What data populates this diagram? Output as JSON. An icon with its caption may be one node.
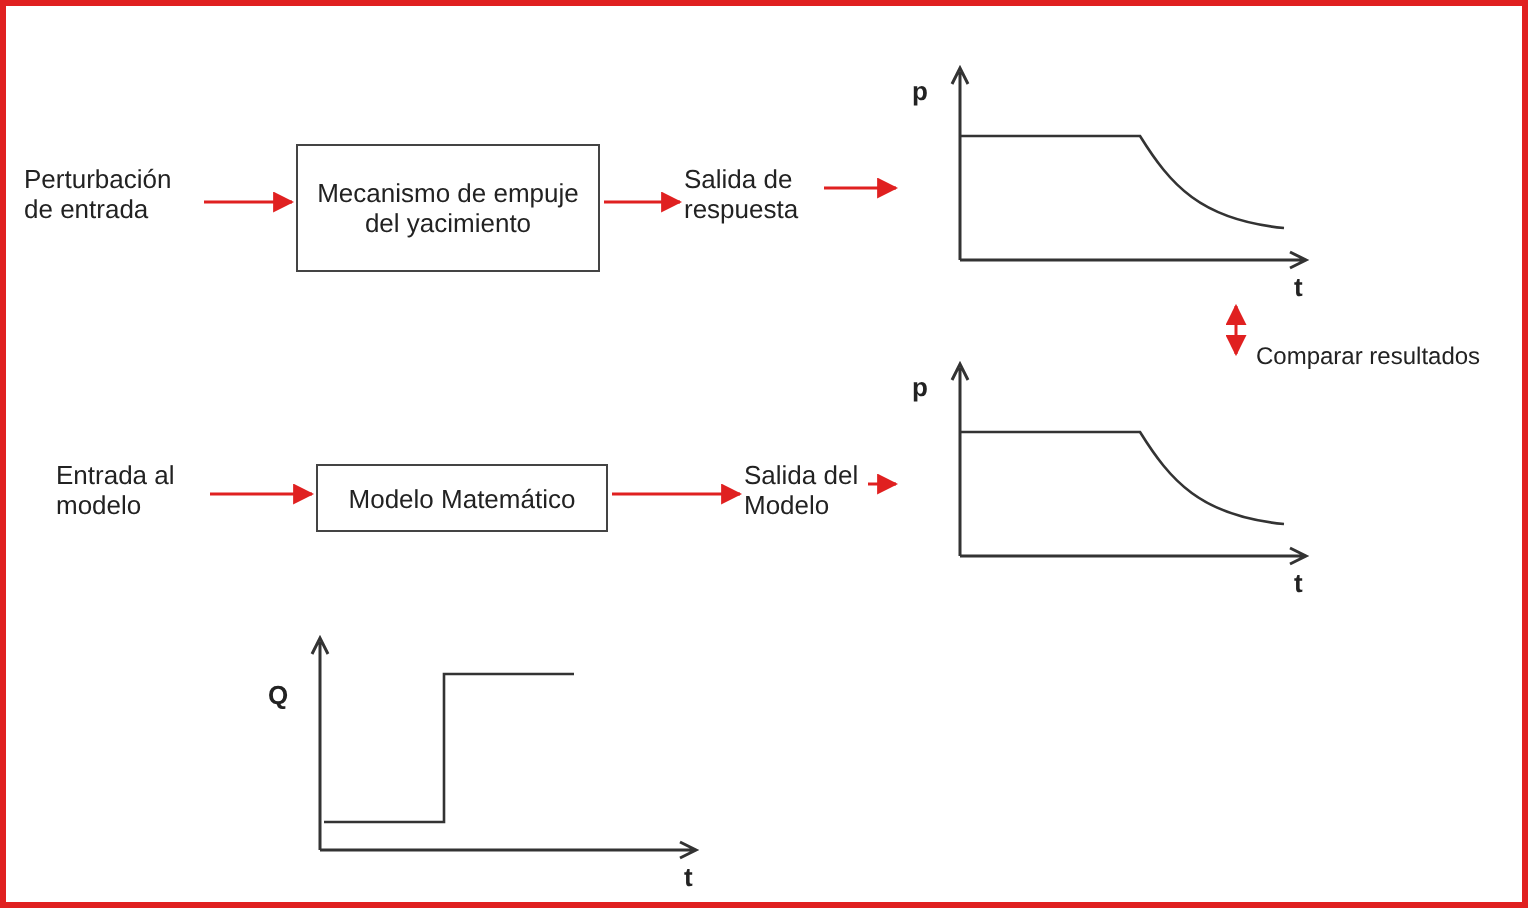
{
  "diagram": {
    "nodes": [
      {
        "text": [
          "Perturbación de entrada"
        ]
      },
      {
        "text": [
          "Mecanismo de empuje del yacimiento"
        ]
      },
      {
        "text": [
          "Salida de respuesta"
        ]
      },
      {
        "text": [
          "p",
          "t"
        ]
      },
      {
        "text": [
          "Entrada al modelo"
        ]
      },
      {
        "text": [
          "Modelo Matemático"
        ]
      },
      {
        "text": [
          "Salida del Modelo"
        ]
      },
      {
        "text": [
          "p",
          "t"
        ]
      },
      {
        "text": [
          "Q",
          "t"
        ]
      }
    ],
    "edges": [
      {
        "from": 0,
        "to": 1,
        "arrow": "to"
      },
      {
        "from": 1,
        "to": 2,
        "arrow": "to"
      },
      {
        "from": 2,
        "to": 3,
        "arrow": "to"
      },
      {
        "from": 3,
        "to": 7,
        "arrow": "both",
        "label": "Comparar resultados"
      },
      {
        "from": 4,
        "to": 5,
        "arrow": "to"
      },
      {
        "from": 5,
        "to": 6,
        "arrow": "to"
      },
      {
        "from": 6,
        "to": 7,
        "arrow": "to"
      }
    ]
  }
}
